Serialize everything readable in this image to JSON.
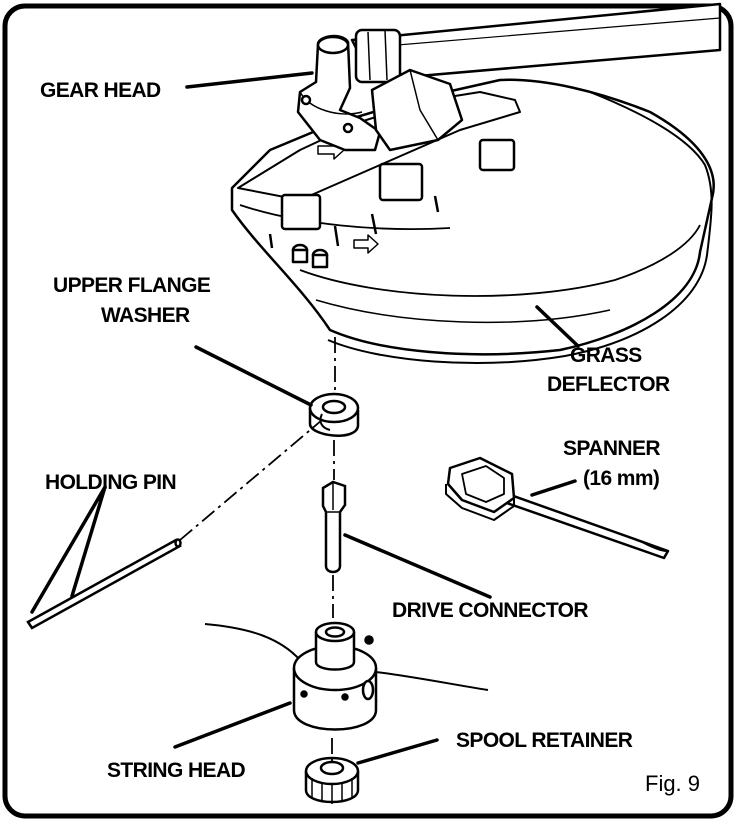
{
  "labels": {
    "gear_head": "GEAR HEAD",
    "upper_flange_washer_line1": "UPPER FLANGE",
    "upper_flange_washer_line2": "WASHER",
    "grass_deflector_line1": "GRASS",
    "grass_deflector_line2": "DEFLECTOR",
    "holding_pin": "HOLDING PIN",
    "spanner_line1": "SPANNER",
    "spanner_line2": "(16 mm)",
    "drive_connector": "DRIVE CONNECTOR",
    "spool_retainer": "SPOOL RETAINER",
    "string_head": "STRING HEAD"
  },
  "figure_number": "Fig. 9",
  "colors": {
    "ink": "#000000",
    "paper": "#ffffff"
  }
}
